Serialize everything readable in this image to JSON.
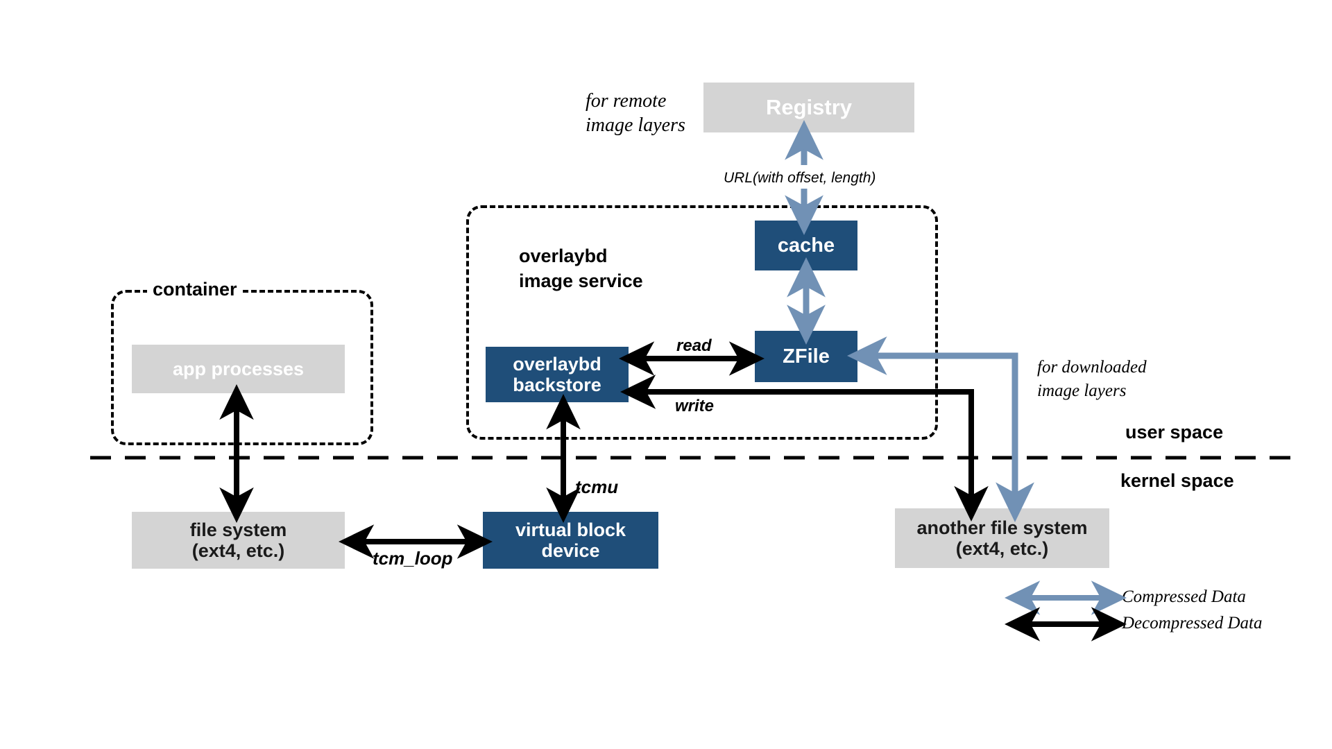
{
  "diagram": {
    "title_absent": true,
    "colors": {
      "blue_box": "#1f4e79",
      "gray_box": "#d4d4d4",
      "compressed_arrow": "#7191b5",
      "decompressed_arrow": "#000000",
      "white_text": "#ffffff",
      "dark_text": "#1a1a1a"
    },
    "nodes": {
      "registry": "Registry",
      "cache": "cache",
      "zfile": "ZFile",
      "overlaybd_backstore_line1": "overlaybd",
      "overlaybd_backstore_line2": "backstore",
      "app_processes": "app processes",
      "file_system_line1": "file system",
      "file_system_line2": "(ext4, etc.)",
      "virtual_block_device_line1": "virtual block",
      "virtual_block_device_line2": "device",
      "another_file_system_line1": "another file system",
      "another_file_system_line2": "(ext4, etc.)"
    },
    "regions": {
      "container_label": "container",
      "overlaybd_service_line1": "overlaybd",
      "overlaybd_service_line2": "image service"
    },
    "annotations": {
      "for_remote_line1": "for remote",
      "for_remote_line2": "image layers",
      "url_offset_length": "URL(with offset, length)",
      "read": "read",
      "write": "write",
      "tcmu": "tcmu",
      "tcm_loop": "tcm_loop",
      "for_downloaded_line1": "for downloaded",
      "for_downloaded_line2": "image layers",
      "user_space": "user space",
      "kernel_space": "kernel space"
    },
    "legend": {
      "compressed": "Compressed Data",
      "decompressed": "Decompressed Data"
    }
  }
}
